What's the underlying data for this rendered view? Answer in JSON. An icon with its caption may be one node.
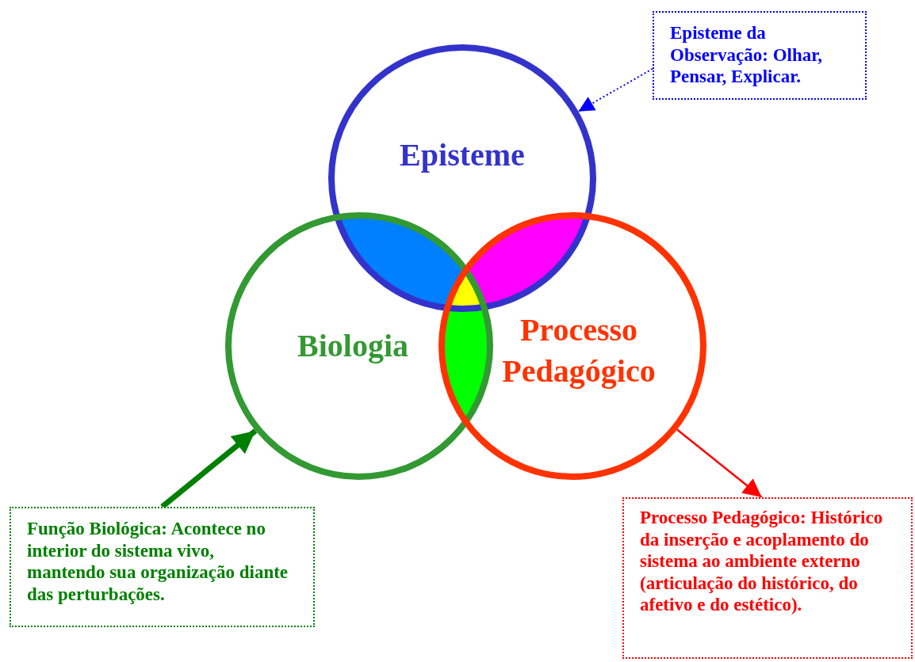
{
  "diagram": {
    "nodes": [
      {
        "text": [
          "Episteme"
        ]
      },
      {
        "text": [
          "Biologia"
        ]
      },
      {
        "text": [
          "Processo Pedagógico"
        ]
      },
      {
        "text": [
          "Episteme da Observação: Olhar, Pensar, Explicar."
        ]
      },
      {
        "text": [
          "Função Biológica: Acontece no interior do sistema vivo, mantendo sua organização diante das perturbações."
        ]
      },
      {
        "text": [
          "Processo Pedagógico: Histórico da inserção e acoplamento do sistema ao ambiente externo (articulação do histórico, do afetivo e do estético)."
        ]
      }
    ],
    "edges": [
      {
        "from": 3,
        "to": 0,
        "arrow": "to",
        "style": "dashed",
        "color": "#0000ff"
      },
      {
        "from": 4,
        "to": 1,
        "arrow": "to",
        "style": "thick",
        "color": "#008000"
      },
      {
        "from": 2,
        "to": 5,
        "arrow": "to",
        "color": "#ff0000"
      }
    ]
  }
}
